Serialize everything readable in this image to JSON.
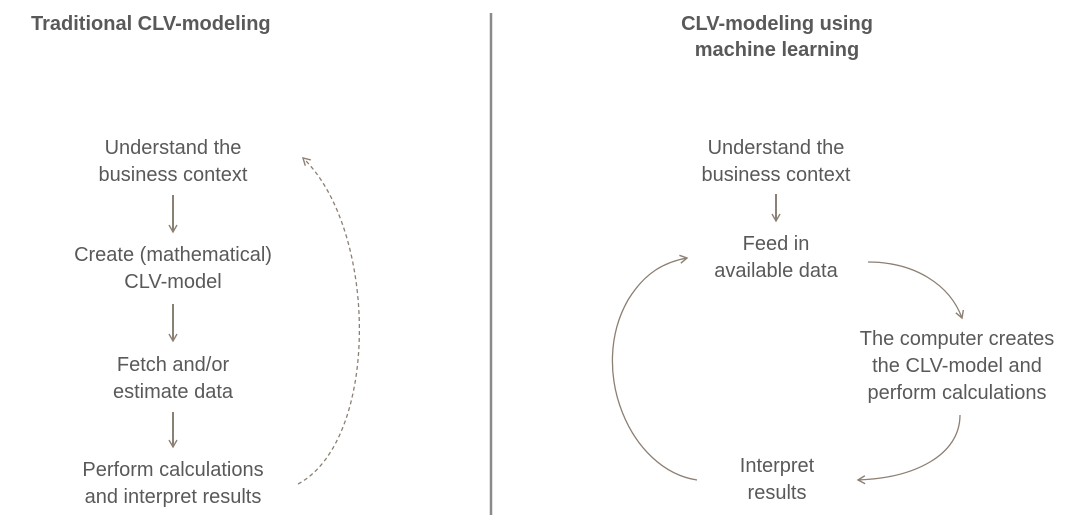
{
  "left_panel": {
    "title": "Traditional CLV-modeling",
    "steps": [
      {
        "line1": "Understand the",
        "line2": "business context"
      },
      {
        "line1": "Create (mathematical)",
        "line2": "CLV-model"
      },
      {
        "line1": "Fetch and/or",
        "line2": "estimate data"
      },
      {
        "line1": "Perform calculations",
        "line2": "and interpret results"
      }
    ]
  },
  "right_panel": {
    "title_line1": "CLV-modeling using",
    "title_line2": "machine learning",
    "steps": [
      {
        "line1": "Understand the",
        "line2": "business context"
      },
      {
        "line1": "Feed in",
        "line2": "available  data"
      },
      {
        "line1": "The computer creates",
        "line2": "the CLV-model and",
        "line3": "perform calculations"
      },
      {
        "line1": "Interpret",
        "line2": "results"
      }
    ]
  },
  "colors": {
    "text": "#595959",
    "arrow": "#8c7f73",
    "divider": "#8a8a8a"
  }
}
